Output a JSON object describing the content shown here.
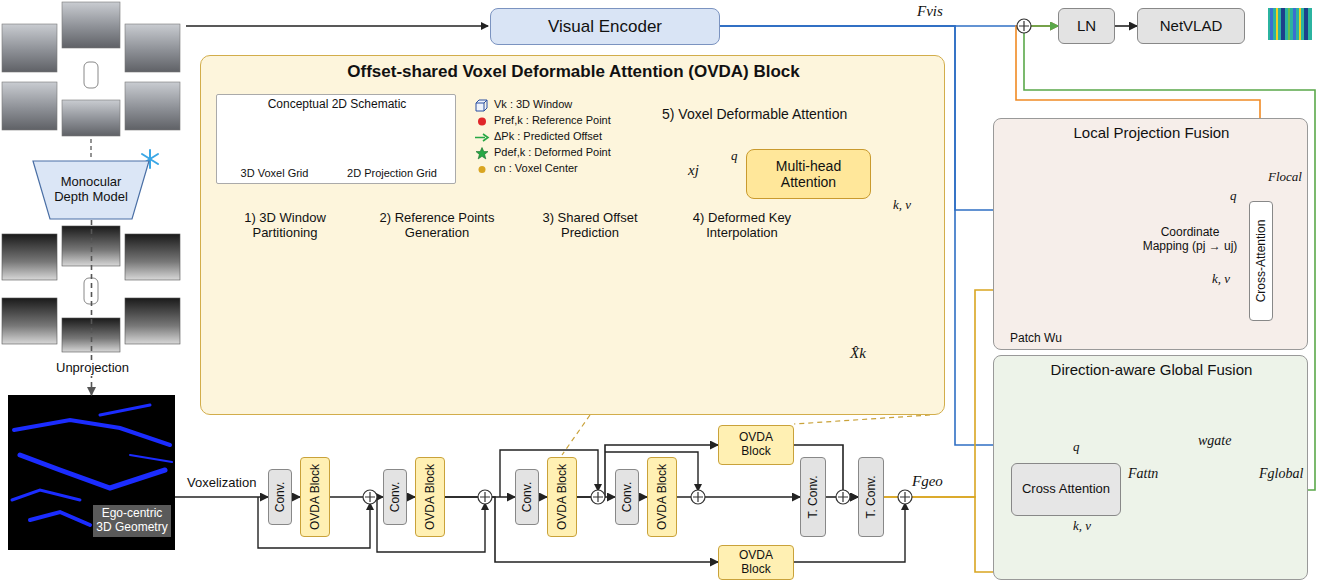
{
  "diagram": {
    "nodes": [
      {
        "text": [
          "Monocular Depth Model"
        ]
      },
      {
        "text": [
          "Ego-centric 3D Geometry"
        ]
      },
      {
        "text": [
          "Visual Encoder"
        ]
      },
      {
        "text": [
          "Offset-shared Voxel Deformable Attention (OVDA) Block"
        ]
      },
      {
        "text": [
          "Conceptual 2D Schematic",
          "3D Voxel Grid",
          "2D Projection Grid"
        ],
        "in": 3
      },
      {
        "text": [
          "Multi-head Attention"
        ],
        "in": 3
      },
      {
        "text": [
          "Conv."
        ]
      },
      {
        "text": [
          "OVDA Block"
        ]
      },
      {
        "text": [
          "Conv."
        ]
      },
      {
        "text": [
          "OVDA Block"
        ]
      },
      {
        "text": [
          "Conv."
        ]
      },
      {
        "text": [
          "OVDA Block"
        ]
      },
      {
        "text": [
          "Conv."
        ]
      },
      {
        "text": [
          "OVDA Block"
        ]
      },
      {
        "text": [
          "OVDA Block"
        ]
      },
      {
        "text": [
          "T. Conv."
        ]
      },
      {
        "text": [
          "T. Conv."
        ]
      },
      {
        "text": [
          "OVDA Block"
        ]
      },
      {
        "text": [
          "LN"
        ]
      },
      {
        "text": [
          "NetVLAD"
        ]
      },
      {
        "text": [
          "Local Projection Fusion"
        ]
      },
      {
        "text": [
          "Cross-Attention"
        ],
        "in": 20
      },
      {
        "text": [
          "Direction-aware Global Fusion"
        ]
      },
      {
        "text": [
          "Cross Attention"
        ],
        "in": 22
      }
    ],
    "edges": [
      {
        "from": 0,
        "to": 1,
        "arrow": "to",
        "label": "Unprojection"
      },
      {
        "from": 1,
        "to": 6,
        "arrow": "to",
        "label": "Voxelization"
      },
      {
        "from": 6,
        "to": 7,
        "arrow": "to"
      },
      {
        "from": 7,
        "to": 8,
        "arrow": "to"
      },
      {
        "from": 8,
        "to": 9,
        "arrow": "to"
      },
      {
        "from": 9,
        "to": 10,
        "arrow": "to"
      },
      {
        "from": 10,
        "to": 11,
        "arrow": "to"
      },
      {
        "from": 11,
        "to": 12,
        "arrow": "to"
      },
      {
        "from": 12,
        "to": 13,
        "arrow": "to"
      },
      {
        "from": 13,
        "to": 15,
        "arrow": "to"
      },
      {
        "from": 15,
        "to": 16,
        "arrow": "to"
      },
      {
        "from": 11,
        "to": 14,
        "arrow": "to"
      },
      {
        "from": 14,
        "to": 16,
        "arrow": "to"
      },
      {
        "from": 9,
        "to": 17,
        "arrow": "to"
      },
      {
        "from": 2,
        "to": 18,
        "arrow": "to",
        "label": "Fvis"
      },
      {
        "from": 2,
        "to": 21,
        "arrow": "to",
        "label": "q"
      },
      {
        "from": 2,
        "to": 23,
        "arrow": "to",
        "label": "q"
      },
      {
        "from": 16,
        "to": 21,
        "arrow": "to",
        "label": "k, v"
      },
      {
        "from": 16,
        "to": 23,
        "arrow": "to",
        "label": "k, v"
      },
      {
        "from": 21,
        "to": 18,
        "arrow": "to",
        "label": "Flocal"
      },
      {
        "from": 23,
        "to": 18,
        "arrow": "to",
        "label": "Fglobal"
      },
      {
        "from": 18,
        "to": 19,
        "arrow": "to"
      }
    ],
    "labels": [
      "1) 3D Window Partitioning",
      "2) Reference Points Generation",
      "3) Shared Offset Prediction",
      "4) Deformed Key Interpolation",
      "5) Voxel Deformable Attention",
      "xj",
      "q",
      "X̂k",
      "k, v",
      "Fgeo",
      "Coordinate Mapping (pj → uj)",
      "Patch Wu",
      "Fattn",
      "wgate"
    ],
    "legend": [
      {
        "text": "Vk : 3D Window"
      },
      {
        "text": "Pref,k : Reference Point"
      },
      {
        "text": "ΔPk : Predicted Offset"
      },
      {
        "text": "Pdef,k : Deformed Point"
      },
      {
        "text": "cn : Voxel Center"
      }
    ]
  }
}
